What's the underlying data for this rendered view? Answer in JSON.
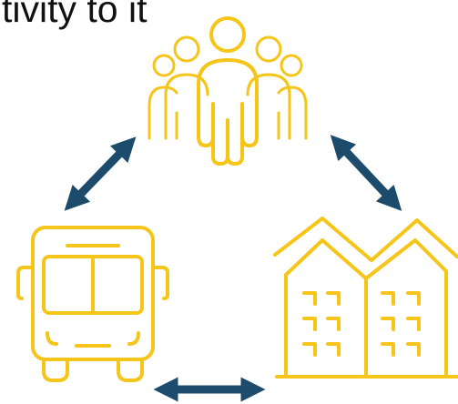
{
  "heading": {
    "text": "tivity to it"
  },
  "nodes": [
    {
      "id": "people",
      "icon": "people-group-icon"
    },
    {
      "id": "transit",
      "icon": "bus-icon"
    },
    {
      "id": "housing",
      "icon": "apartment-buildings-icon"
    }
  ],
  "connections": [
    {
      "from": "people",
      "to": "transit",
      "direction": "two-way"
    },
    {
      "from": "people",
      "to": "housing",
      "direction": "two-way"
    },
    {
      "from": "transit",
      "to": "housing",
      "direction": "two-way"
    }
  ],
  "colors": {
    "icon": "#F5C51A",
    "arrow": "#1C4B6B",
    "text": "#111111"
  }
}
